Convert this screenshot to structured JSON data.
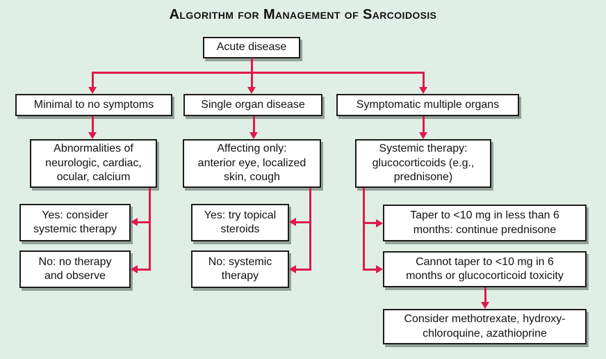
{
  "title": "Algorithm for Management of Sarcoidosis",
  "colors": {
    "background": "#e0efe6",
    "arrow": "#e0194d",
    "box_border": "#1c1c1c",
    "box_fill": "#ffffff",
    "shadow": "#93a29a",
    "text": "#111111"
  },
  "nodes": {
    "acute": {
      "label": "Acute disease"
    },
    "minimal": {
      "label": "Minimal to no symptoms"
    },
    "single": {
      "label": "Single organ disease"
    },
    "symptomatic": {
      "label": "Symptomatic multiple organs"
    },
    "abnormalities": {
      "label": "Abnormalities of\nneurologic, cardiac,\nocular, calcium"
    },
    "affecting": {
      "label": "Affecting only:\nanterior eye, localized\nskin, cough"
    },
    "systemic": {
      "label": "Systemic therapy:\nglucocorticoids (e.g.,\nprednisone)"
    },
    "yes_consider": {
      "label": "Yes: consider\nsystemic therapy"
    },
    "no_observe": {
      "label": "No: no therapy\nand observe"
    },
    "yes_topical": {
      "label": "Yes: try topical\nsteroids"
    },
    "no_systemic": {
      "label": "No: systemic\ntherapy"
    },
    "taper": {
      "label": "Taper to <10 mg in less than 6\nmonths: continue prednisone"
    },
    "cannot_taper": {
      "label": "Cannot taper to <10 mg in 6\nmonths or glucocorticoid toxicity"
    },
    "consider_tx": {
      "label": "Consider methotrexate, hydroxy-\nchloroquine, azathioprine"
    }
  }
}
